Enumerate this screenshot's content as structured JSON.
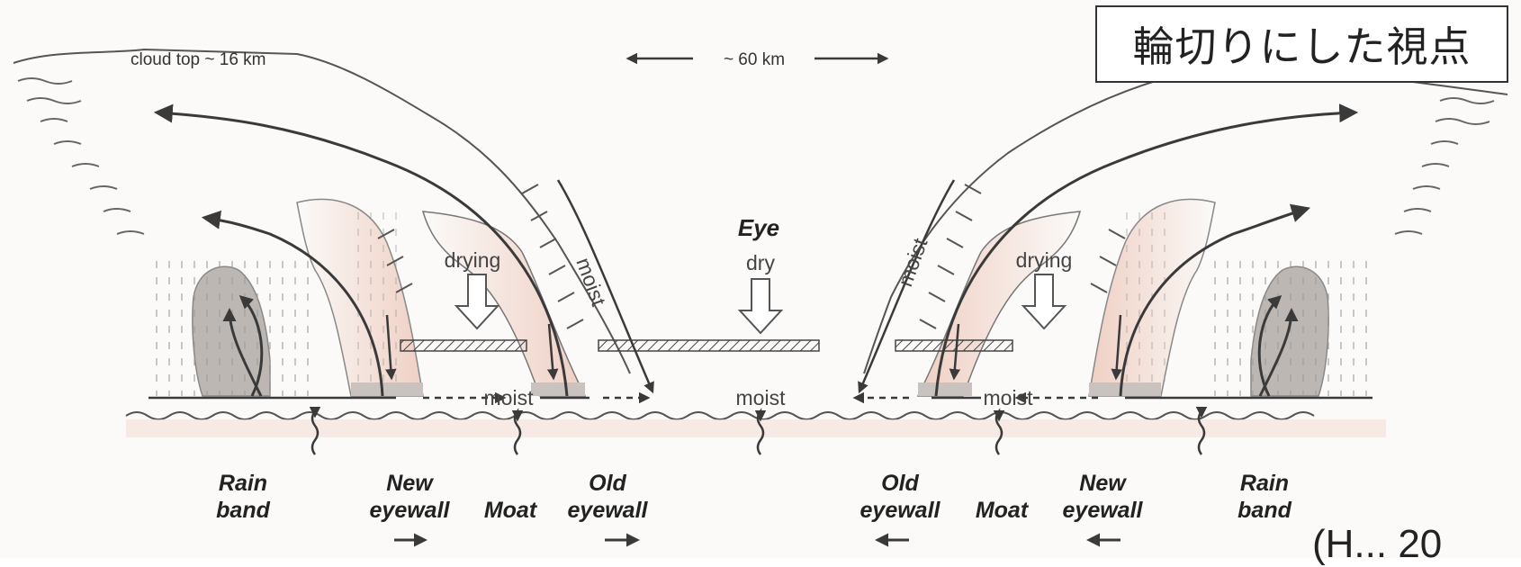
{
  "caption": "輪切りにした視点",
  "citation": "(H...  20",
  "labels": {
    "cloud_top": "cloud top ~ 16 km",
    "scale": "~ 60 km",
    "eye": "Eye",
    "dry": "dry",
    "drying_left": "drying",
    "drying_right": "drying",
    "moist_upper_left": "moist",
    "moist_upper_right": "moist",
    "moist_center": "moist",
    "moist_moat_left": "moist",
    "moist_moat_right": "moist"
  },
  "bottom_labels": {
    "rain_band_left": [
      "Rain",
      "band"
    ],
    "new_eyewall_left": [
      "New",
      "eyewall"
    ],
    "moat_left": "Moat",
    "old_eyewall_left": [
      "Old",
      "eyewall"
    ],
    "old_eyewall_right": [
      "Old",
      "eyewall"
    ],
    "moat_right": "Moat",
    "new_eyewall_right": [
      "New",
      "eyewall"
    ],
    "rain_band_right": [
      "Rain",
      "band"
    ]
  },
  "colors": {
    "cloud_pink": "#f2d8cf",
    "cloud_grey": "#b9b4b2",
    "line": "#3a3a3a",
    "background": "#fbfaf8"
  }
}
